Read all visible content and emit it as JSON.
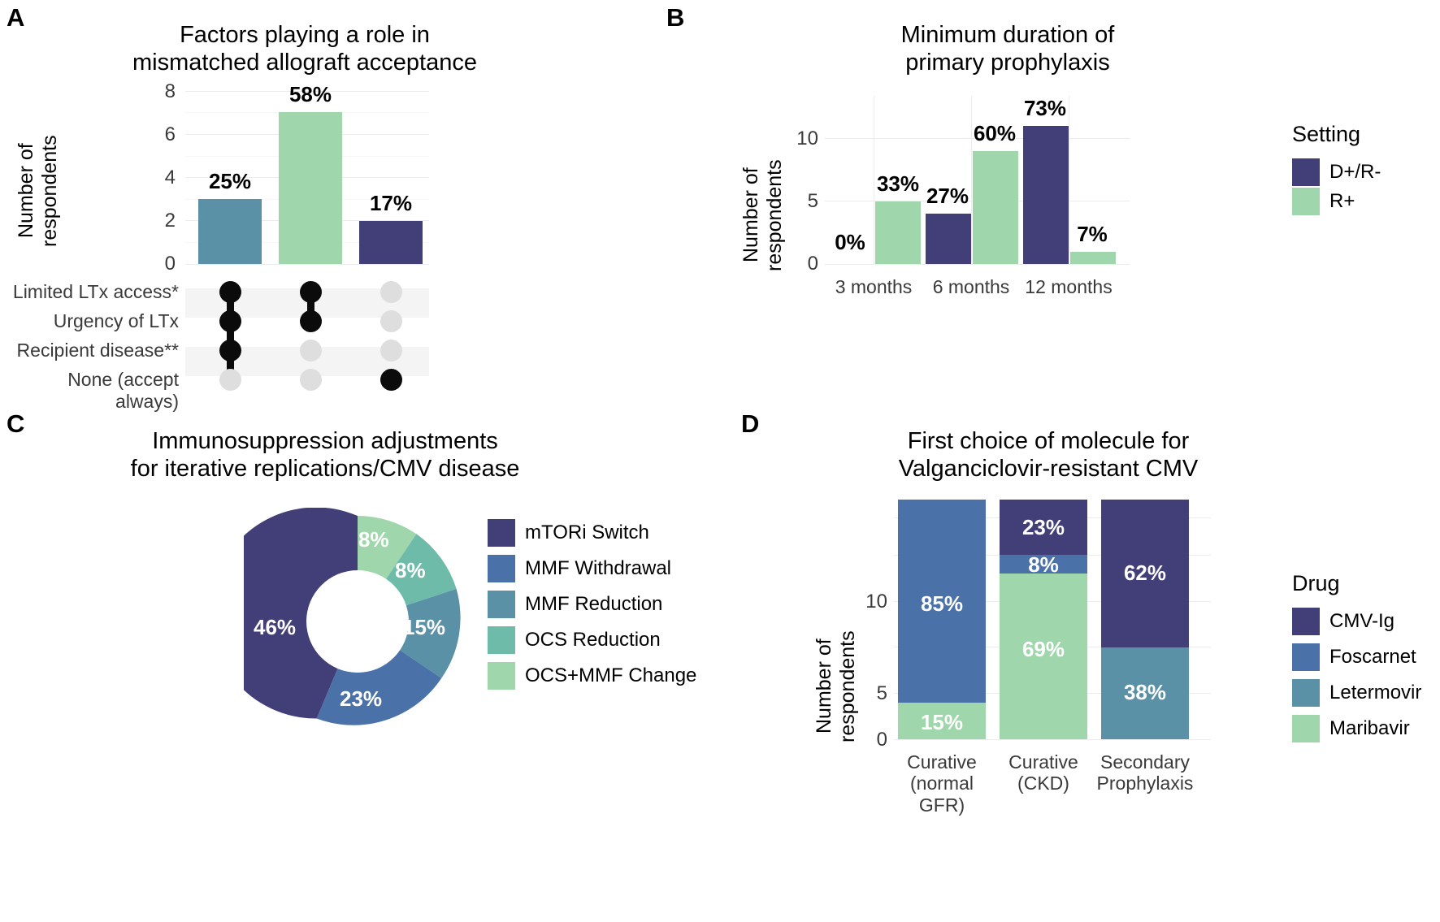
{
  "figure": {
    "panels": [
      "A",
      "B",
      "C",
      "D"
    ]
  },
  "panelA": {
    "letter": "A",
    "title_line1": "Factors playing a role in",
    "title_line2": "mismatched allograft acceptance",
    "y_axis_title_line1": "Number of",
    "y_axis_title_line2": "respondents",
    "y_ticks": [
      "0",
      "2",
      "4",
      "6",
      "8"
    ],
    "matrix_rows": [
      "Limited LTx access*",
      "Urgency of LTx",
      "Recipient disease**",
      "None (accept always)"
    ],
    "bar_labels": [
      "25%",
      "58%",
      "17%"
    ],
    "chart_data": {
      "type": "bar",
      "title": "Factors playing a role in mismatched allograft acceptance",
      "xlabel": "",
      "ylabel": "Number of respondents",
      "ylim": [
        0,
        8
      ],
      "categories": [
        "set1",
        "set2",
        "set3"
      ],
      "values": [
        3,
        7,
        2
      ],
      "percent_labels": [
        "25%",
        "58%",
        "17%"
      ],
      "bar_colors": [
        "#5A91A6",
        "#9FD6AC",
        "#413E78"
      ],
      "grid": true,
      "upset_matrix": {
        "rows": [
          "Limited LTx access*",
          "Urgency of LTx",
          "Recipient disease**",
          "None (accept always)"
        ],
        "columns": [
          {
            "value": 3,
            "percent": "25%",
            "members": [
              "Limited LTx access*",
              "Urgency of LTx",
              "Recipient disease**"
            ]
          },
          {
            "value": 7,
            "percent": "58%",
            "members": [
              "Limited LTx access*",
              "Urgency of LTx"
            ]
          },
          {
            "value": 2,
            "percent": "17%",
            "members": [
              "None (accept always)"
            ]
          }
        ]
      }
    }
  },
  "panelB": {
    "letter": "B",
    "title_line1": "Minimum duration of",
    "title_line2": "primary prophylaxis",
    "y_axis_title_line1": "Number of",
    "y_axis_title_line2": "respondents",
    "y_ticks": [
      "0",
      "5",
      "10"
    ],
    "x_ticks": [
      "3 months",
      "6 months",
      "12 months"
    ],
    "legend_title": "Setting",
    "legend_items": [
      {
        "label": "D+/R-",
        "color": "#413E78"
      },
      {
        "label": "R+",
        "color": "#9FD6AC"
      }
    ],
    "chart_data": {
      "type": "bar",
      "title": "Minimum duration of primary prophylaxis",
      "xlabel": "",
      "ylabel": "Number of respondents",
      "ylim": [
        0,
        12
      ],
      "categories": [
        "3 months",
        "6 months",
        "12 months"
      ],
      "series": [
        {
          "name": "D+/R-",
          "color": "#413E78",
          "values": [
            0,
            4,
            11
          ],
          "percent_labels": [
            "0%",
            "27%",
            "73%"
          ]
        },
        {
          "name": "R+",
          "color": "#9FD6AC",
          "values": [
            5,
            9,
            1
          ],
          "percent_labels": [
            "33%",
            "60%",
            "7%"
          ]
        }
      ],
      "grid": true,
      "legend_position": "right"
    }
  },
  "panelC": {
    "letter": "C",
    "title_line1": "Immunosuppression adjustments",
    "title_line2": "for iterative replications/CMV disease",
    "legend_items": [
      {
        "label": "mTORi Switch",
        "color": "#413E78"
      },
      {
        "label": "MMF Withdrawal",
        "color": "#4A72A8"
      },
      {
        "label": "MMF Reduction",
        "color": "#5A91A6"
      },
      {
        "label": "OCS Reduction",
        "color": "#6EBBA9"
      },
      {
        "label": "OCS+MMF Change",
        "color": "#9FD6AC"
      }
    ],
    "chart_data": {
      "type": "pie",
      "title": "Immunosuppression adjustments for iterative replications/CMV disease",
      "donut": true,
      "labels": [
        "mTORi Switch",
        "MMF Withdrawal",
        "MMF Reduction",
        "OCS Reduction",
        "OCS+MMF Change"
      ],
      "values": [
        46,
        23,
        15,
        8,
        8
      ],
      "percent_labels": [
        "46%",
        "23%",
        "15%",
        "8%",
        "8%"
      ],
      "colors": [
        "#413E78",
        "#4A72A8",
        "#5A91A6",
        "#6EBBA9",
        "#9FD6AC"
      ],
      "legend_position": "right"
    }
  },
  "panelD": {
    "letter": "D",
    "title_line1": "First choice of molecule for",
    "title_line2": "Valganciclovir-resistant CMV",
    "y_axis_title_line1": "Number of",
    "y_axis_title_line2": "respondents",
    "y_ticks": [
      "0",
      "5",
      "10"
    ],
    "x_ticks_line1": [
      "Curative",
      "Curative",
      "Secondary"
    ],
    "x_ticks_line2": [
      "(normal GFR)",
      "(CKD)",
      "Prophylaxis"
    ],
    "legend_title": "Drug",
    "legend_items": [
      {
        "label": "CMV-Ig",
        "color": "#413E78"
      },
      {
        "label": "Foscarnet",
        "color": "#4A72A8"
      },
      {
        "label": "Letermovir",
        "color": "#5A91A6"
      },
      {
        "label": "Maribavir",
        "color": "#9FD6AC"
      }
    ],
    "chart_data": {
      "type": "bar",
      "stacked": true,
      "title": "First choice of molecule for Valganciclovir-resistant CMV",
      "xlabel": "",
      "ylabel": "Number of respondents",
      "ylim": [
        0,
        13
      ],
      "categories": [
        "Curative (normal GFR)",
        "Curative (CKD)",
        "Secondary Prophylaxis"
      ],
      "series": [
        {
          "name": "CMV-Ig",
          "color": "#413E78",
          "values": [
            0,
            3,
            8
          ],
          "percent_labels": [
            "",
            "23%",
            "62%"
          ]
        },
        {
          "name": "Foscarnet",
          "color": "#4A72A8",
          "values": [
            11,
            1,
            0
          ],
          "percent_labels": [
            "85%",
            "8%",
            ""
          ]
        },
        {
          "name": "Letermovir",
          "color": "#5A91A6",
          "values": [
            0,
            0,
            5
          ],
          "percent_labels": [
            "",
            "",
            "38%"
          ]
        },
        {
          "name": "Maribavir",
          "color": "#9FD6AC",
          "values": [
            2,
            9,
            0
          ],
          "percent_labels": [
            "15%",
            "69%",
            ""
          ]
        }
      ],
      "grid": true,
      "legend_position": "right"
    }
  }
}
